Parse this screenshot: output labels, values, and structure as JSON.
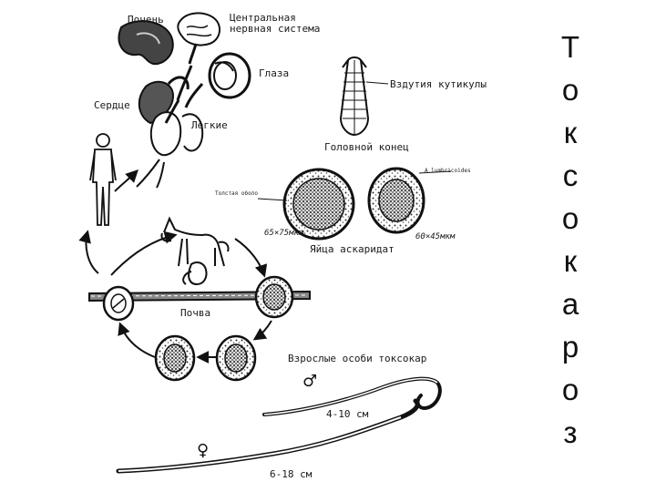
{
  "labels": {
    "kidney": "Почень",
    "cns_line1": "Центральная",
    "cns_line2": "нервная система",
    "eyes": "Глаза",
    "heart": "Сердце",
    "lungs": "Легкие",
    "cuticle": "Вздутия кутикулы",
    "head_end": "Головной конец",
    "species": "A lumbricoides",
    "shell": "Толстая оболо",
    "size_a": "65×75мкм",
    "size_b": "60×45мкм",
    "eggs": "Яйца аскаридат",
    "soil": "Почва",
    "adults": "Взрослые особи токсокар",
    "male_len": "4-10 см",
    "female_len": "6-18 см",
    "male_symbol": "♂",
    "female_symbol": "♀"
  },
  "title_letters": [
    "Т",
    "о",
    "к",
    "с",
    "о",
    "к",
    "а",
    "р",
    "о",
    "з"
  ]
}
